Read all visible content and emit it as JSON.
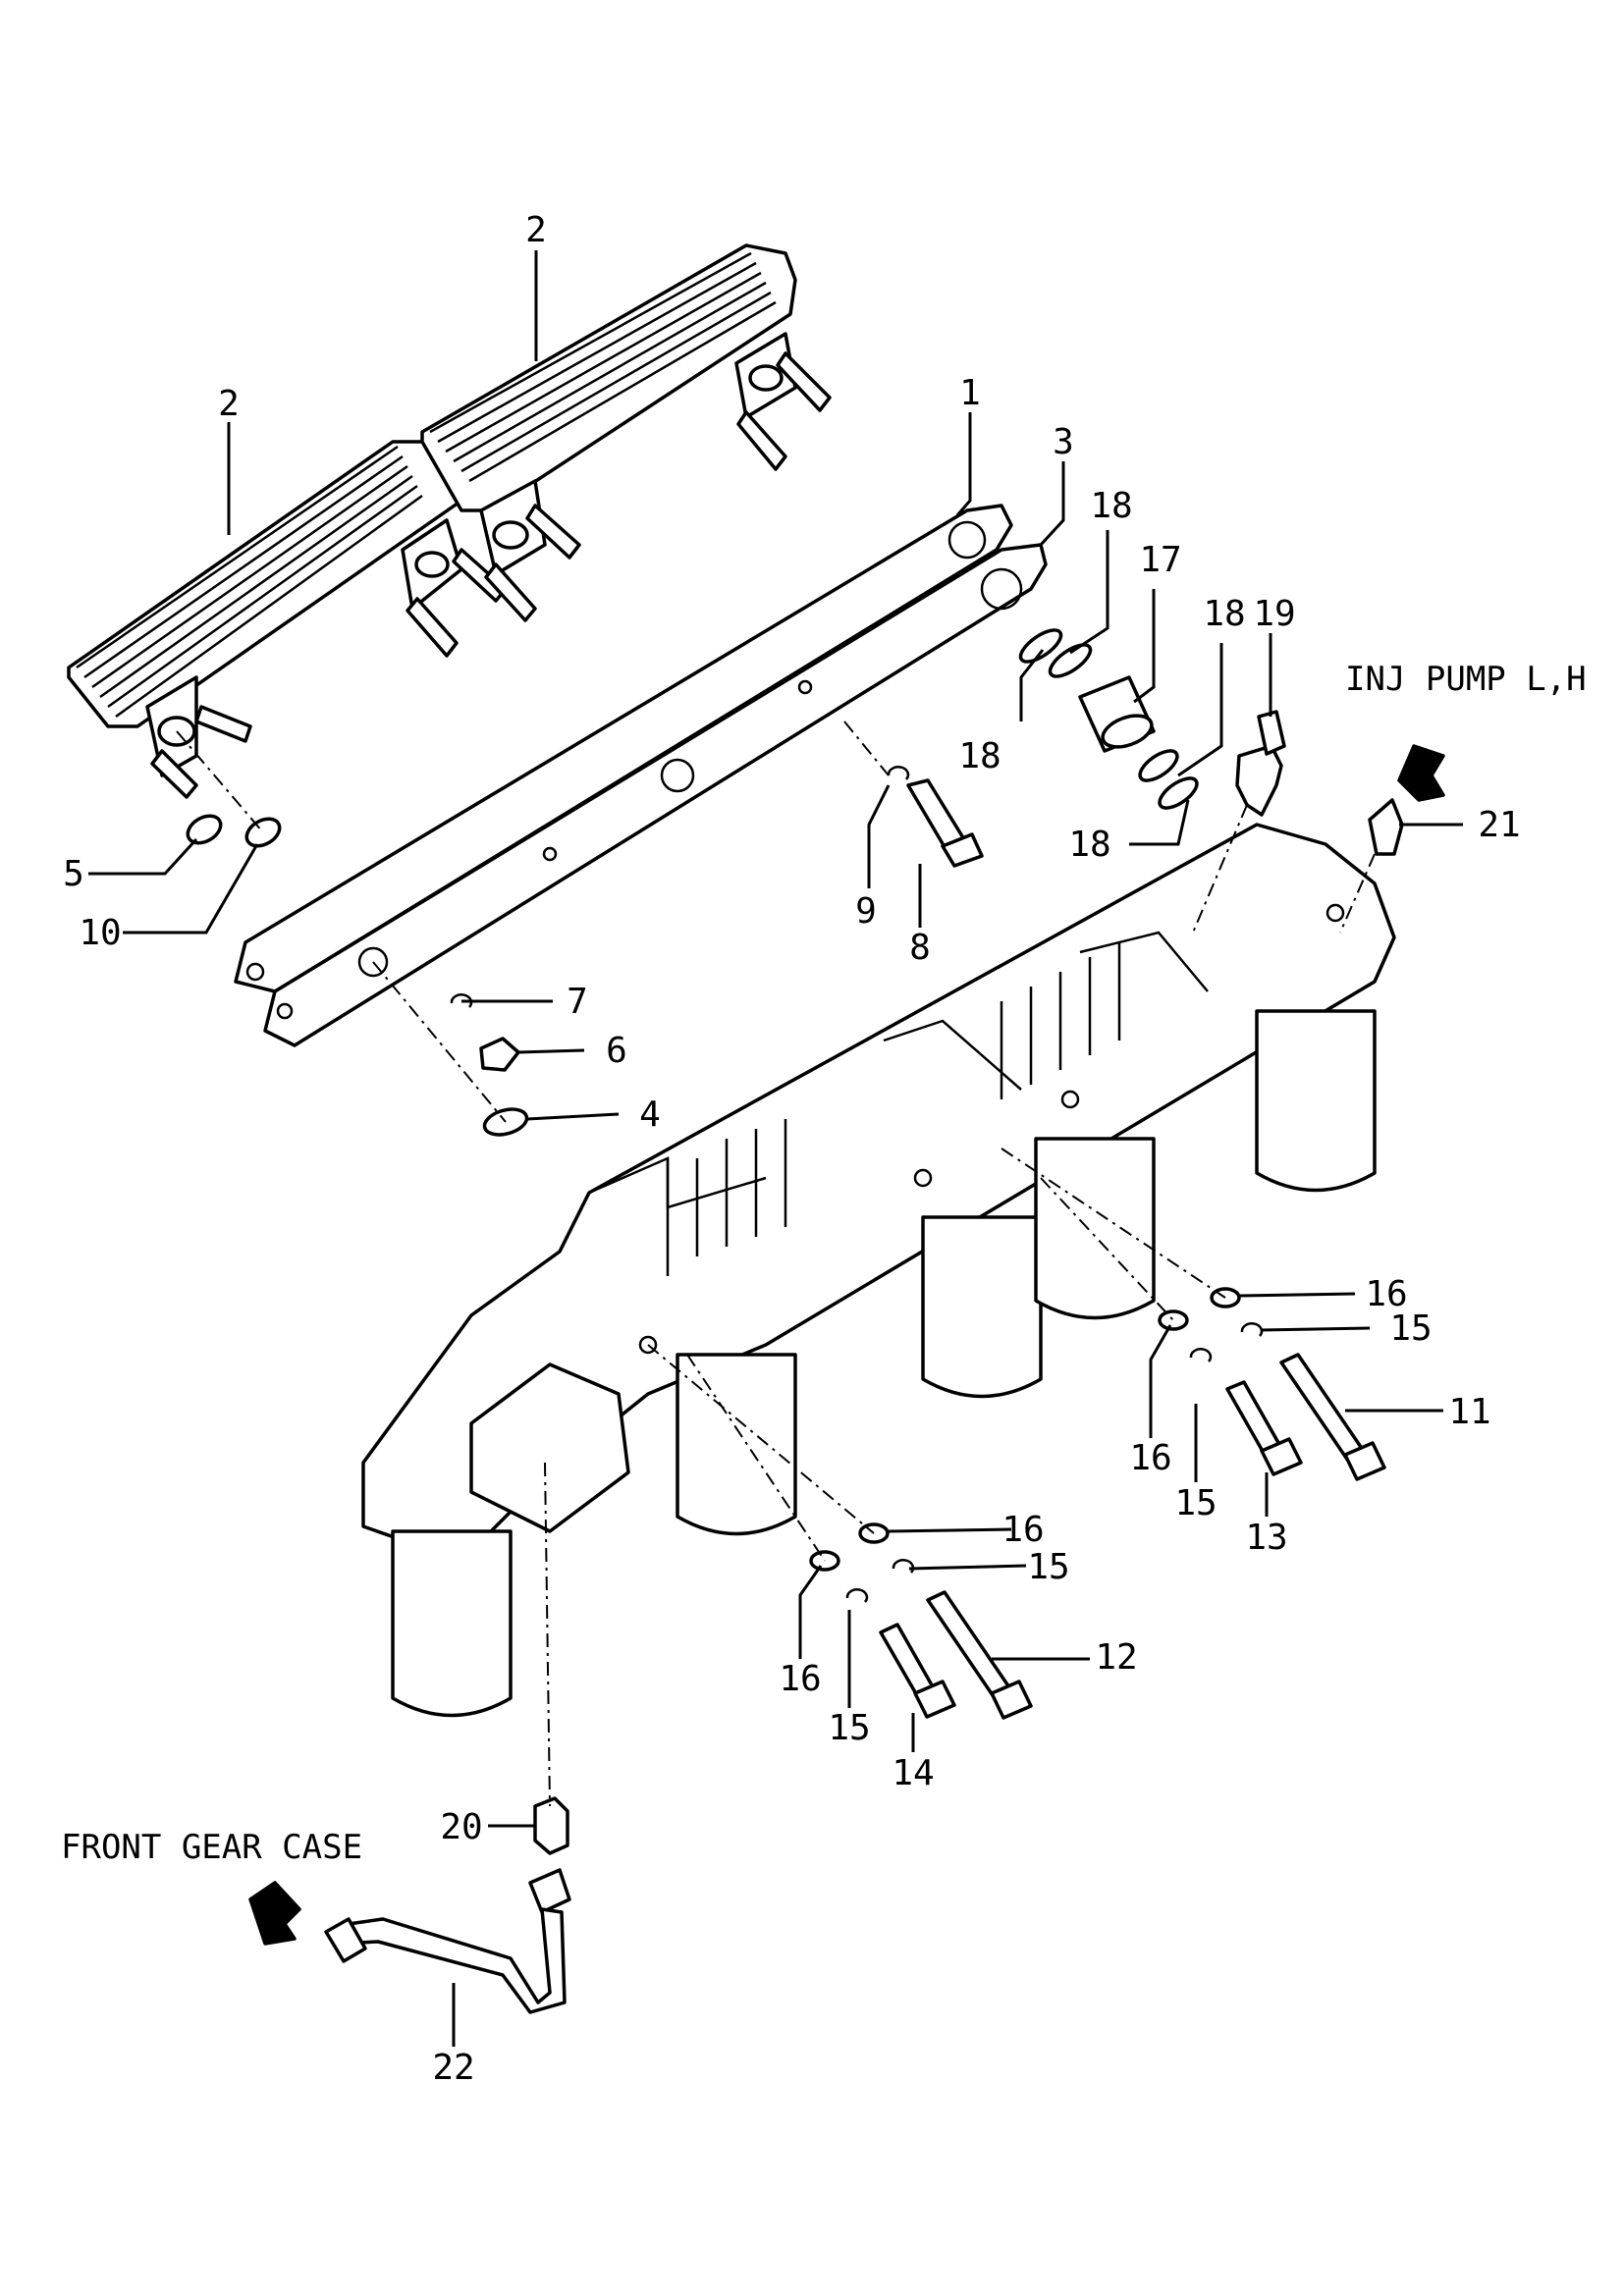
{
  "notes": {
    "inj_pump": "INJ PUMP L,H",
    "front_gear_case": "FRONT GEAR CASE"
  },
  "callouts": [
    {
      "id": "c2a",
      "text": "2"
    },
    {
      "id": "c2b",
      "text": "2"
    },
    {
      "id": "c1",
      "text": "1"
    },
    {
      "id": "c3",
      "text": "3"
    },
    {
      "id": "c18a",
      "text": "18"
    },
    {
      "id": "c17",
      "text": "17"
    },
    {
      "id": "c18b",
      "text": "18"
    },
    {
      "id": "c19",
      "text": "19"
    },
    {
      "id": "c18c",
      "text": "18"
    },
    {
      "id": "c18d",
      "text": "18"
    },
    {
      "id": "c21",
      "text": "21"
    },
    {
      "id": "c5",
      "text": "5"
    },
    {
      "id": "c10",
      "text": "10"
    },
    {
      "id": "c9",
      "text": "9"
    },
    {
      "id": "c8",
      "text": "8"
    },
    {
      "id": "c7",
      "text": "7"
    },
    {
      "id": "c6",
      "text": "6"
    },
    {
      "id": "c4",
      "text": "4"
    },
    {
      "id": "c16a",
      "text": "16"
    },
    {
      "id": "c15a",
      "text": "15"
    },
    {
      "id": "c11",
      "text": "11"
    },
    {
      "id": "c16b",
      "text": "16"
    },
    {
      "id": "c15b",
      "text": "15"
    },
    {
      "id": "c13",
      "text": "13"
    },
    {
      "id": "c16c",
      "text": "16"
    },
    {
      "id": "c15c",
      "text": "15"
    },
    {
      "id": "c12",
      "text": "12"
    },
    {
      "id": "c16d",
      "text": "16"
    },
    {
      "id": "c15d",
      "text": "15"
    },
    {
      "id": "c14",
      "text": "14"
    },
    {
      "id": "c20",
      "text": "20"
    },
    {
      "id": "c22",
      "text": "22"
    }
  ]
}
